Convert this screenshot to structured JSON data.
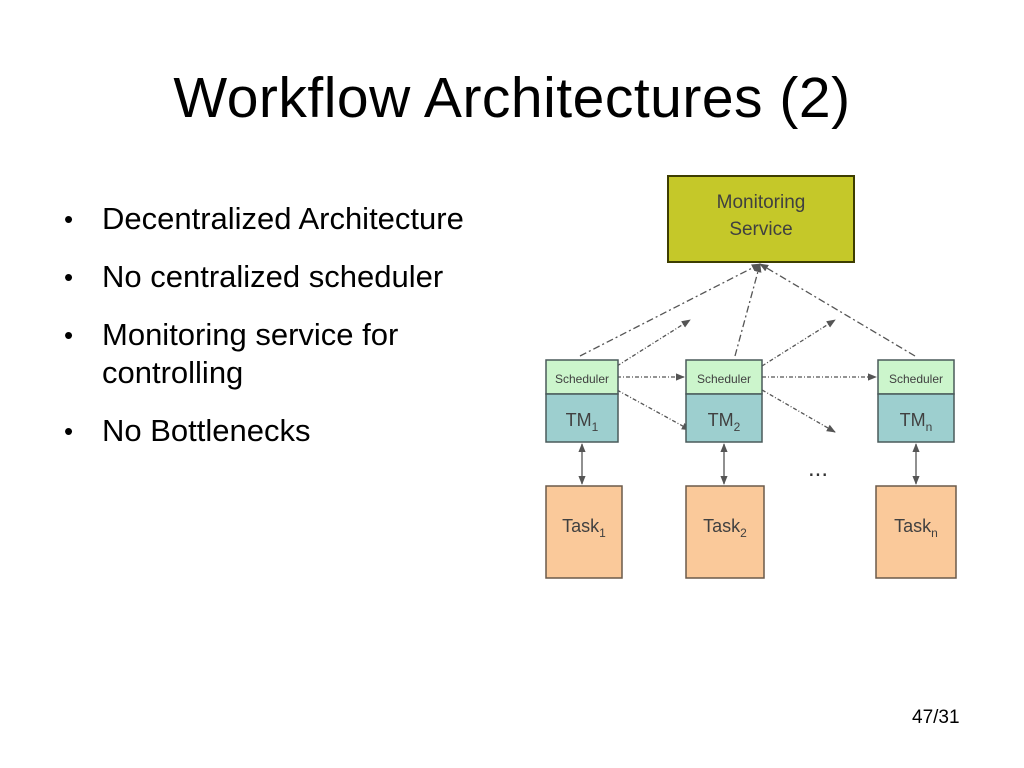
{
  "slide": {
    "title": "Workflow Architectures (2)",
    "page_number": "47/31"
  },
  "bullets": [
    "Decentralized Architecture",
    "No centralized scheduler",
    "Monitoring service for controlling",
    "No Bottlenecks"
  ],
  "diagram": {
    "monitoring_service": {
      "line1": "Monitoring",
      "line2": "Service"
    },
    "scheduler_label": "Scheduler",
    "columns": [
      {
        "tm_base": "TM",
        "tm_sub": "1",
        "task_base": "Task",
        "task_sub": "1"
      },
      {
        "tm_base": "TM",
        "tm_sub": "2",
        "task_base": "Task",
        "task_sub": "2"
      },
      {
        "tm_base": "TM",
        "tm_sub": "n",
        "task_base": "Task",
        "task_sub": "n"
      }
    ],
    "ellipsis": "...",
    "colors": {
      "monitoring_fill": "#c5c829",
      "scheduler_fill": "#ccf5cc",
      "tm_fill": "#9dcfcf",
      "task_fill": "#fac99a",
      "line": "#555555"
    }
  }
}
